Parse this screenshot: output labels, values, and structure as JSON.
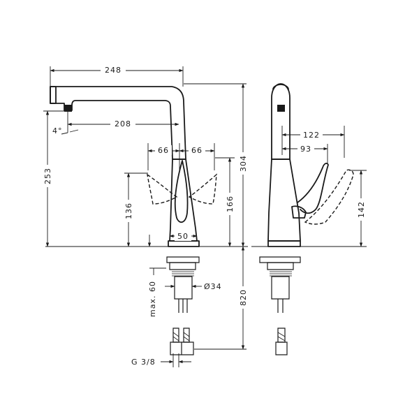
{
  "dimensions": {
    "overall_reach": "248",
    "spout_reach": "208",
    "spout_angle": "4°",
    "swivel_left": "66",
    "swivel_right": "66",
    "spout_height": "253",
    "overall_height": "304",
    "handle_height_front": "136",
    "handle_height_center": "166",
    "base_diameter": "50",
    "max_deck": "max. 60",
    "hole_diameter": "Ø34",
    "hose_length": "820",
    "connection_thread": "G 3/8",
    "handle_reach": "122",
    "handle_offset": "93",
    "handle_height_side": "142"
  }
}
